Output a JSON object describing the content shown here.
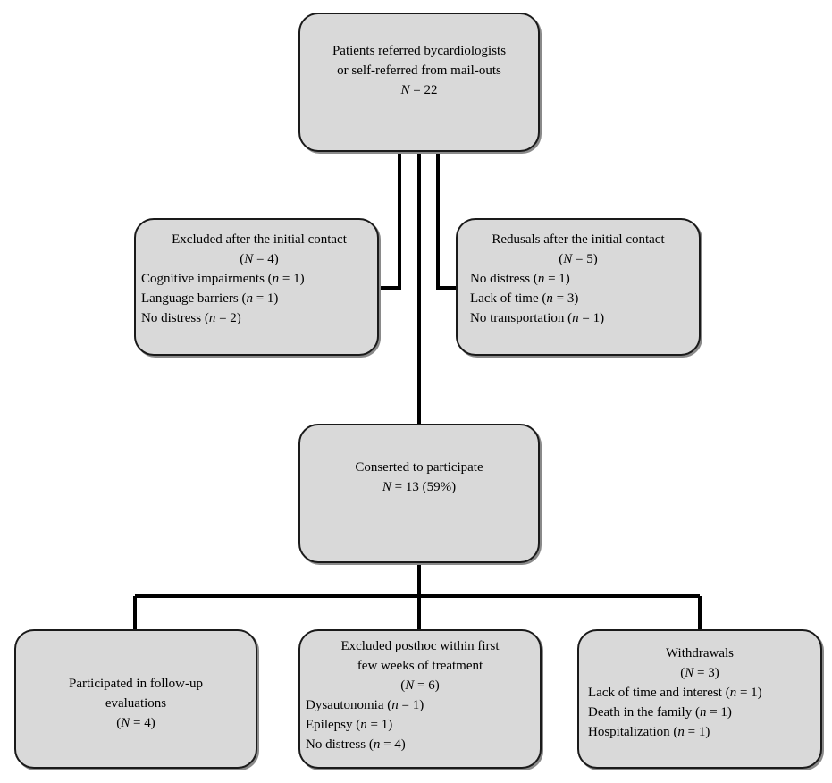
{
  "top": {
    "line1": "Patients referred bycardiologists",
    "line2": "or self-referred from mail-outs",
    "n_var": "N",
    "n_val": " = 22"
  },
  "excluded_initial": {
    "title": "Excluded after the initial contact",
    "n_open": "(",
    "n_var": "N",
    "n_rest": " = 4)",
    "items": [
      {
        "label": "Cognitive impairments (",
        "var": "n",
        "rest": " = 1)"
      },
      {
        "label": "Language barriers (",
        "var": "n",
        "rest": " = 1)"
      },
      {
        "label": "No distress (",
        "var": "n",
        "rest": " = 2)"
      }
    ]
  },
  "refusals_initial": {
    "title": "Redusals after the initial contact",
    "n_open": "(",
    "n_var": "N",
    "n_rest": " = 5)",
    "items": [
      {
        "label": "No distress (",
        "var": "n",
        "rest": " = 1)"
      },
      {
        "label": "Lack of time (",
        "var": "n",
        "rest": " = 3)"
      },
      {
        "label": "No transportation (",
        "var": "n",
        "rest": " = 1)"
      }
    ]
  },
  "consented": {
    "line1": "Conserted to participate",
    "n_var": "N",
    "n_rest": " = 13 (59%)"
  },
  "participated": {
    "line1": "Participated in follow-up",
    "line2": "evaluations",
    "n_open": "(",
    "n_var": "N",
    "n_rest": " = 4)"
  },
  "excluded_posthoc": {
    "line1": "Excluded posthoc within first",
    "line2": "few weeks of treatment",
    "n_open": "(",
    "n_var": "N",
    "n_rest": " = 6)",
    "items": [
      {
        "label": "Dysautonomia (",
        "var": "n",
        "rest": " = 1)"
      },
      {
        "label": "Epilepsy (",
        "var": "n",
        "rest": " = 1)"
      },
      {
        "label": "No distress (",
        "var": "n",
        "rest": " = 4)"
      }
    ]
  },
  "withdrawals": {
    "title": "Withdrawals",
    "n_open": "(",
    "n_var": "N",
    "n_rest": " = 3)",
    "items": [
      {
        "label": "Lack of time and interest (",
        "var": "n",
        "rest": " = 1)"
      },
      {
        "label": "Death in the family (",
        "var": "n",
        "rest": " = 1)"
      },
      {
        "label": "Hospitalization (",
        "var": "n",
        "rest": " = 1)"
      }
    ]
  }
}
